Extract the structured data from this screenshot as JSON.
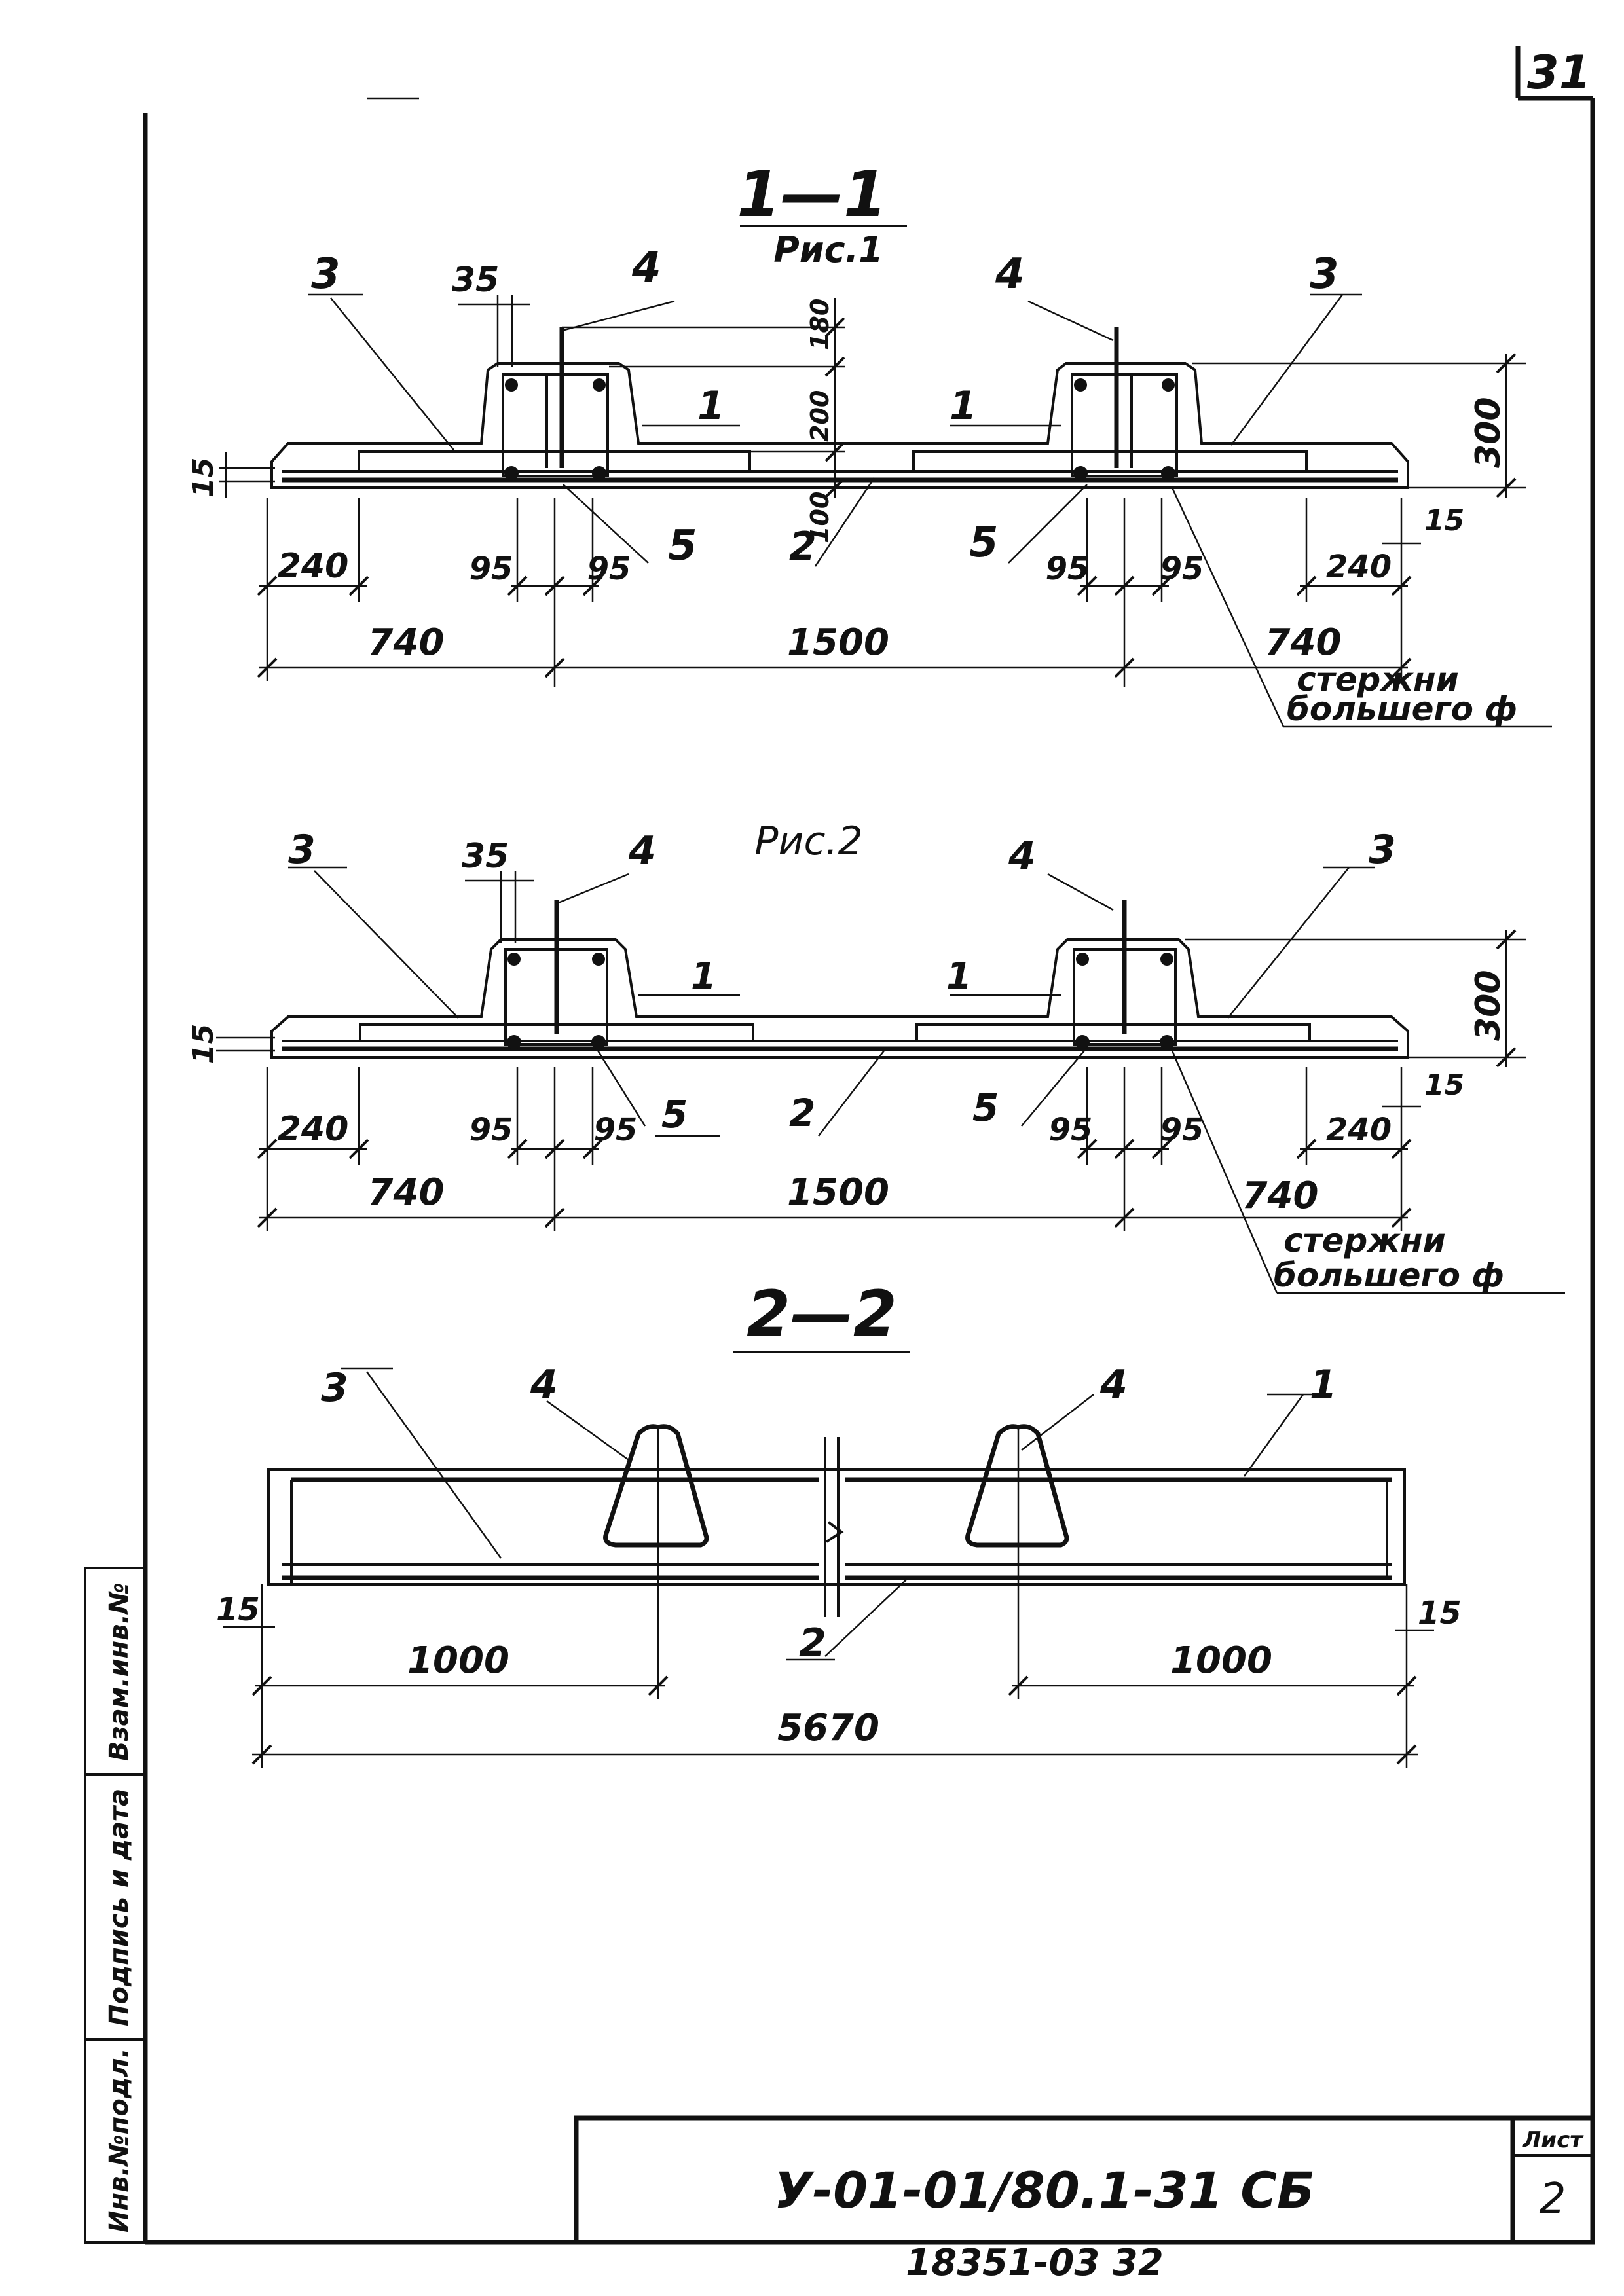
{
  "sheet_number": "31",
  "inventory_number": "18351-03 32",
  "title_block": {
    "designation": "У-01-01/80.1-31 СБ",
    "sheet_label": "Лист",
    "sheet_value": "2"
  },
  "side_stamp": {
    "field_1": "Инв.№подл.",
    "field_2": "Подпись и дата",
    "field_3": "Взам.инв.№"
  },
  "section_1_1": {
    "title": "1—1",
    "subtitle": "Рис.1",
    "marks": {
      "m1": "1",
      "m2": "2",
      "m3": "3",
      "m4": "4",
      "m5": "5"
    },
    "dims": {
      "d35": "35",
      "d180": "180",
      "d200": "200",
      "d100": "100",
      "d300": "300",
      "d15l": "15",
      "d15r": "15",
      "d240l": "240",
      "d240r": "240",
      "d95a": "95",
      "d95b": "95",
      "d95c": "95",
      "d95d": "95",
      "d740l": "740",
      "d1500": "1500",
      "d740r": "740"
    },
    "note_line1": "стержни",
    "note_line2": "большего ф"
  },
  "fig_2": {
    "title": "Рис.2",
    "marks": {
      "m1": "1",
      "m2": "2",
      "m3": "3",
      "m4": "4",
      "m5": "5"
    },
    "dims": {
      "d35": "35",
      "d300": "300",
      "d15l": "15",
      "d15r": "15",
      "d240l": "240",
      "d240r": "240",
      "d95a": "95",
      "d95b": "95",
      "d95c": "95",
      "d95d": "95",
      "d740l": "740",
      "d1500": "1500",
      "d740r": "740"
    },
    "note_line1": "стержни",
    "note_line2": "большего ф"
  },
  "section_2_2": {
    "title": "2—2",
    "marks": {
      "m1": "1",
      "m2": "2",
      "m3": "3",
      "m4": "4"
    },
    "dims": {
      "d15l": "15",
      "d15r": "15",
      "d1000l": "1000",
      "d1000r": "1000",
      "d5670": "5670"
    }
  }
}
